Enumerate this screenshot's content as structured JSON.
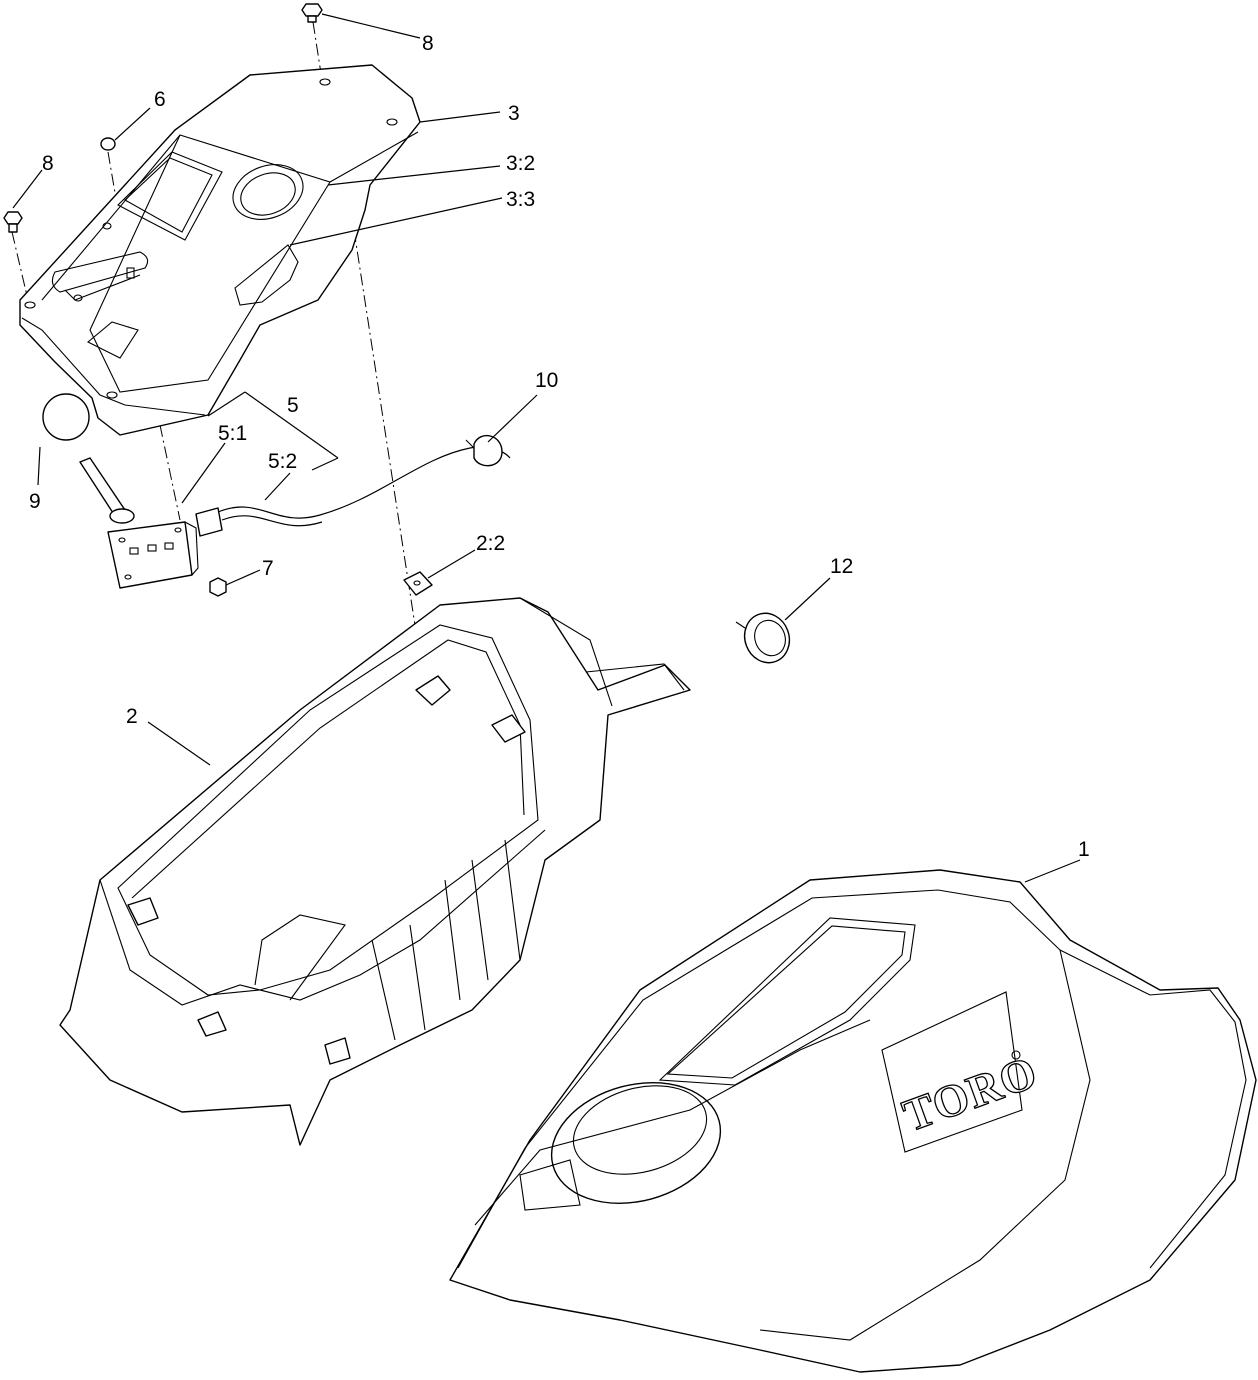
{
  "callouts": [
    {
      "id": "c-8a",
      "text": "8"
    },
    {
      "id": "c-3",
      "text": "3"
    },
    {
      "id": "c-6",
      "text": "6"
    },
    {
      "id": "c-3-2",
      "text": "3:2"
    },
    {
      "id": "c-8b",
      "text": "8"
    },
    {
      "id": "c-3-3",
      "text": "3:3"
    },
    {
      "id": "c-10",
      "text": "10"
    },
    {
      "id": "c-5",
      "text": "5"
    },
    {
      "id": "c-5-1",
      "text": "5:1"
    },
    {
      "id": "c-5-2",
      "text": "5:2"
    },
    {
      "id": "c-9",
      "text": "9"
    },
    {
      "id": "c-7",
      "text": "7"
    },
    {
      "id": "c-2-2",
      "text": "2:2"
    },
    {
      "id": "c-12",
      "text": "12"
    },
    {
      "id": "c-2",
      "text": "2"
    },
    {
      "id": "c-1",
      "text": "1"
    }
  ],
  "logo": {
    "text": "TORO"
  },
  "colors": {
    "line": "#000000",
    "background": "#ffffff"
  }
}
